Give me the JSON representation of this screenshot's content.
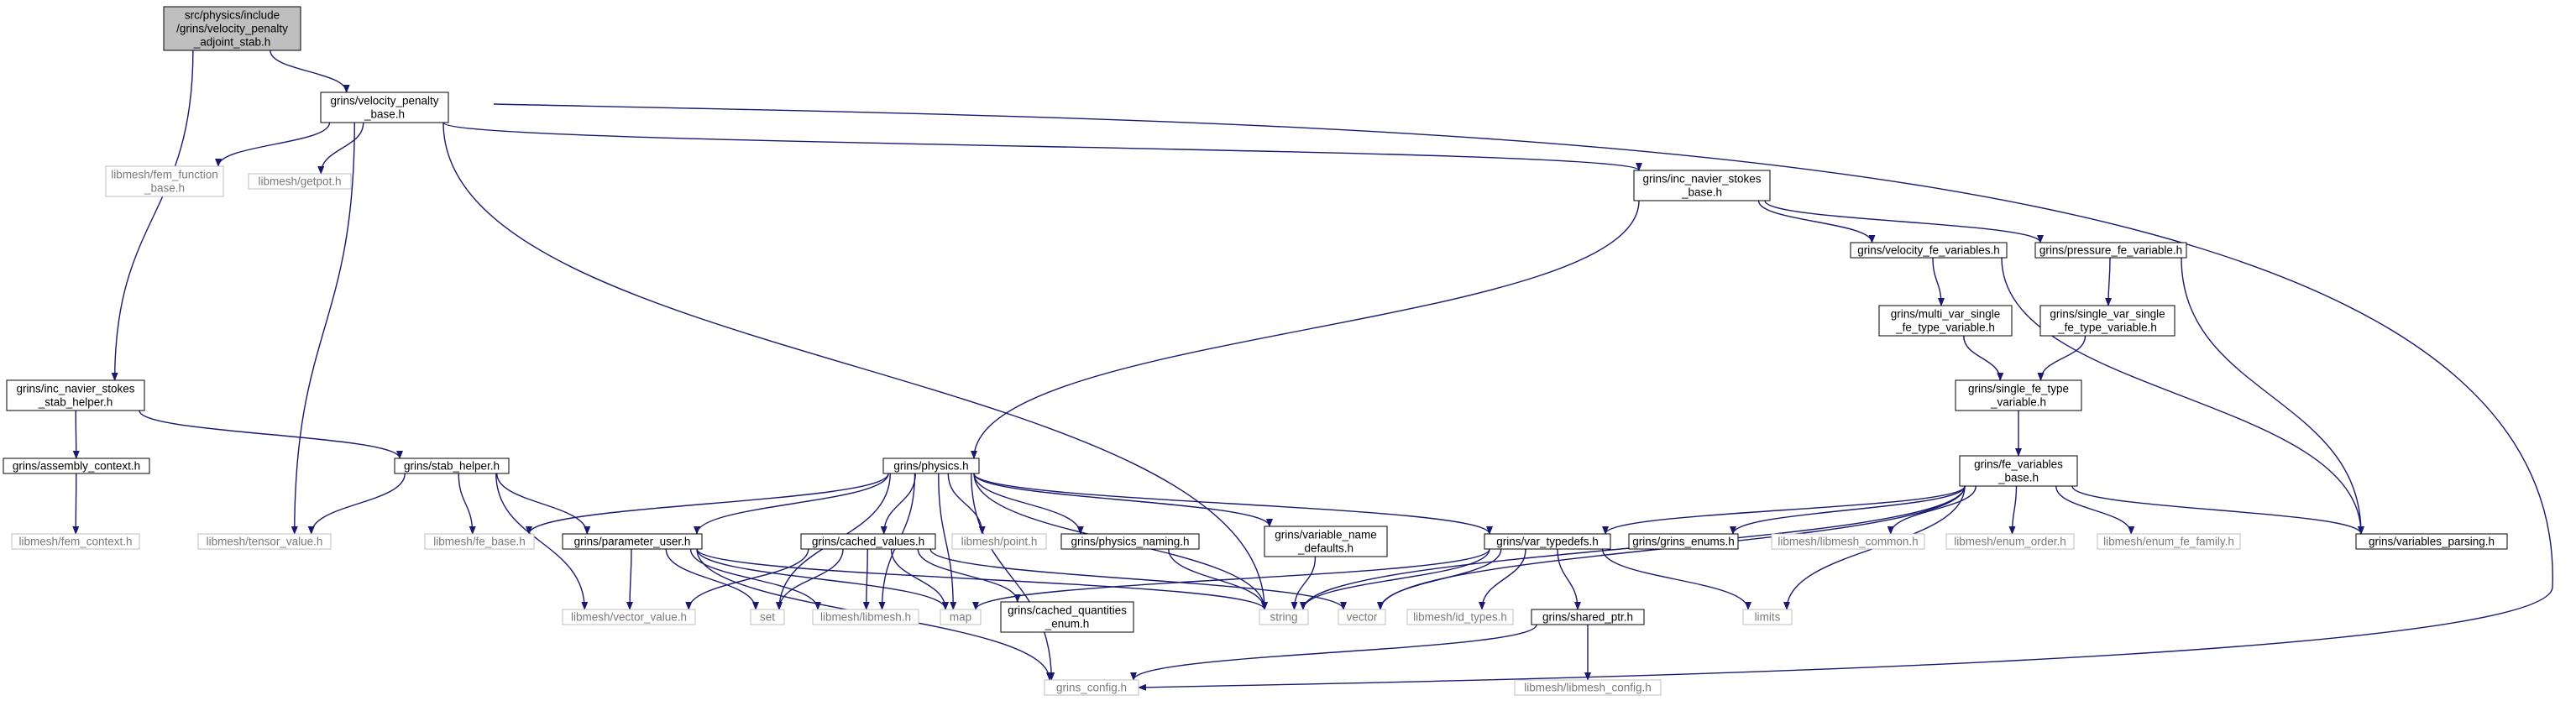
{
  "colors": {
    "edge": "#191970",
    "node_border": "#000000",
    "external_border": "#bfbfbf",
    "root_fill": "#bfbfbf",
    "node_fill": "#ffffff",
    "external_text": "#7a7a7a"
  },
  "nodes": {
    "root": {
      "label": "src/physics/include\n/grins/velocity_penalty\n_adjoint_stab.h",
      "kind": "root"
    },
    "vpb": {
      "label": "grins/velocity_penalty\n_base.h",
      "kind": "internal"
    },
    "femfunc": {
      "label": "libmesh/fem_function\n_base.h",
      "kind": "external"
    },
    "getpot": {
      "label": "libmesh/getpot.h",
      "kind": "external"
    },
    "insb": {
      "label": "grins/inc_navier_stokes\n_base.h",
      "kind": "internal"
    },
    "vfev": {
      "label": "grins/velocity_fe_variables.h",
      "kind": "internal"
    },
    "pfev": {
      "label": "grins/pressure_fe_variable.h",
      "kind": "internal"
    },
    "mvs": {
      "label": "grins/multi_var_single\n_fe_type_variable.h",
      "kind": "internal"
    },
    "svs": {
      "label": "grins/single_var_single\n_fe_type_variable.h",
      "kind": "internal"
    },
    "sft": {
      "label": "grins/single_fe_type\n_variable.h",
      "kind": "internal"
    },
    "fevb": {
      "label": "grins/fe_variables\n_base.h",
      "kind": "internal"
    },
    "inssh": {
      "label": "grins/inc_navier_stokes\n_stab_helper.h",
      "kind": "internal"
    },
    "asm": {
      "label": "grins/assembly_context.h",
      "kind": "internal"
    },
    "femctx": {
      "label": "libmesh/fem_context.h",
      "kind": "external"
    },
    "stab": {
      "label": "grins/stab_helper.h",
      "kind": "internal"
    },
    "tensor": {
      "label": "libmesh/tensor_value.h",
      "kind": "external"
    },
    "febase": {
      "label": "libmesh/fe_base.h",
      "kind": "external"
    },
    "phys": {
      "label": "grins/physics.h",
      "kind": "internal"
    },
    "puser": {
      "label": "grins/parameter_user.h",
      "kind": "internal"
    },
    "cached": {
      "label": "grins/cached_values.h",
      "kind": "internal"
    },
    "point": {
      "label": "libmesh/point.h",
      "kind": "external"
    },
    "pnaming": {
      "label": "grins/physics_naming.h",
      "kind": "internal"
    },
    "vnd": {
      "label": "grins/variable_name\n_defaults.h",
      "kind": "internal"
    },
    "vtd": {
      "label": "grins/var_typedefs.h",
      "kind": "internal"
    },
    "genums": {
      "label": "grins/grins_enums.h",
      "kind": "internal"
    },
    "lcommon": {
      "label": "libmesh/libmesh_common.h",
      "kind": "external"
    },
    "enumorder": {
      "label": "libmesh/enum_order.h",
      "kind": "external"
    },
    "enumfam": {
      "label": "libmesh/enum_fe_family.h",
      "kind": "external"
    },
    "varparse": {
      "label": "grins/variables_parsing.h",
      "kind": "internal"
    },
    "vecval": {
      "label": "libmesh/vector_value.h",
      "kind": "external"
    },
    "set": {
      "label": "set",
      "kind": "external"
    },
    "libmeshh": {
      "label": "libmesh/libmesh.h",
      "kind": "external"
    },
    "map": {
      "label": "map",
      "kind": "external"
    },
    "cqe": {
      "label": "grins/cached_quantities\n_enum.h",
      "kind": "internal"
    },
    "string": {
      "label": "string",
      "kind": "external"
    },
    "vector": {
      "label": "vector",
      "kind": "external"
    },
    "idtypes": {
      "label": "libmesh/id_types.h",
      "kind": "external"
    },
    "sptr": {
      "label": "grins/shared_ptr.h",
      "kind": "internal"
    },
    "limits": {
      "label": "limits",
      "kind": "external"
    },
    "gconfig": {
      "label": "grins_config.h",
      "kind": "external"
    },
    "lconfig": {
      "label": "libmesh/libmesh_config.h",
      "kind": "external"
    }
  }
}
